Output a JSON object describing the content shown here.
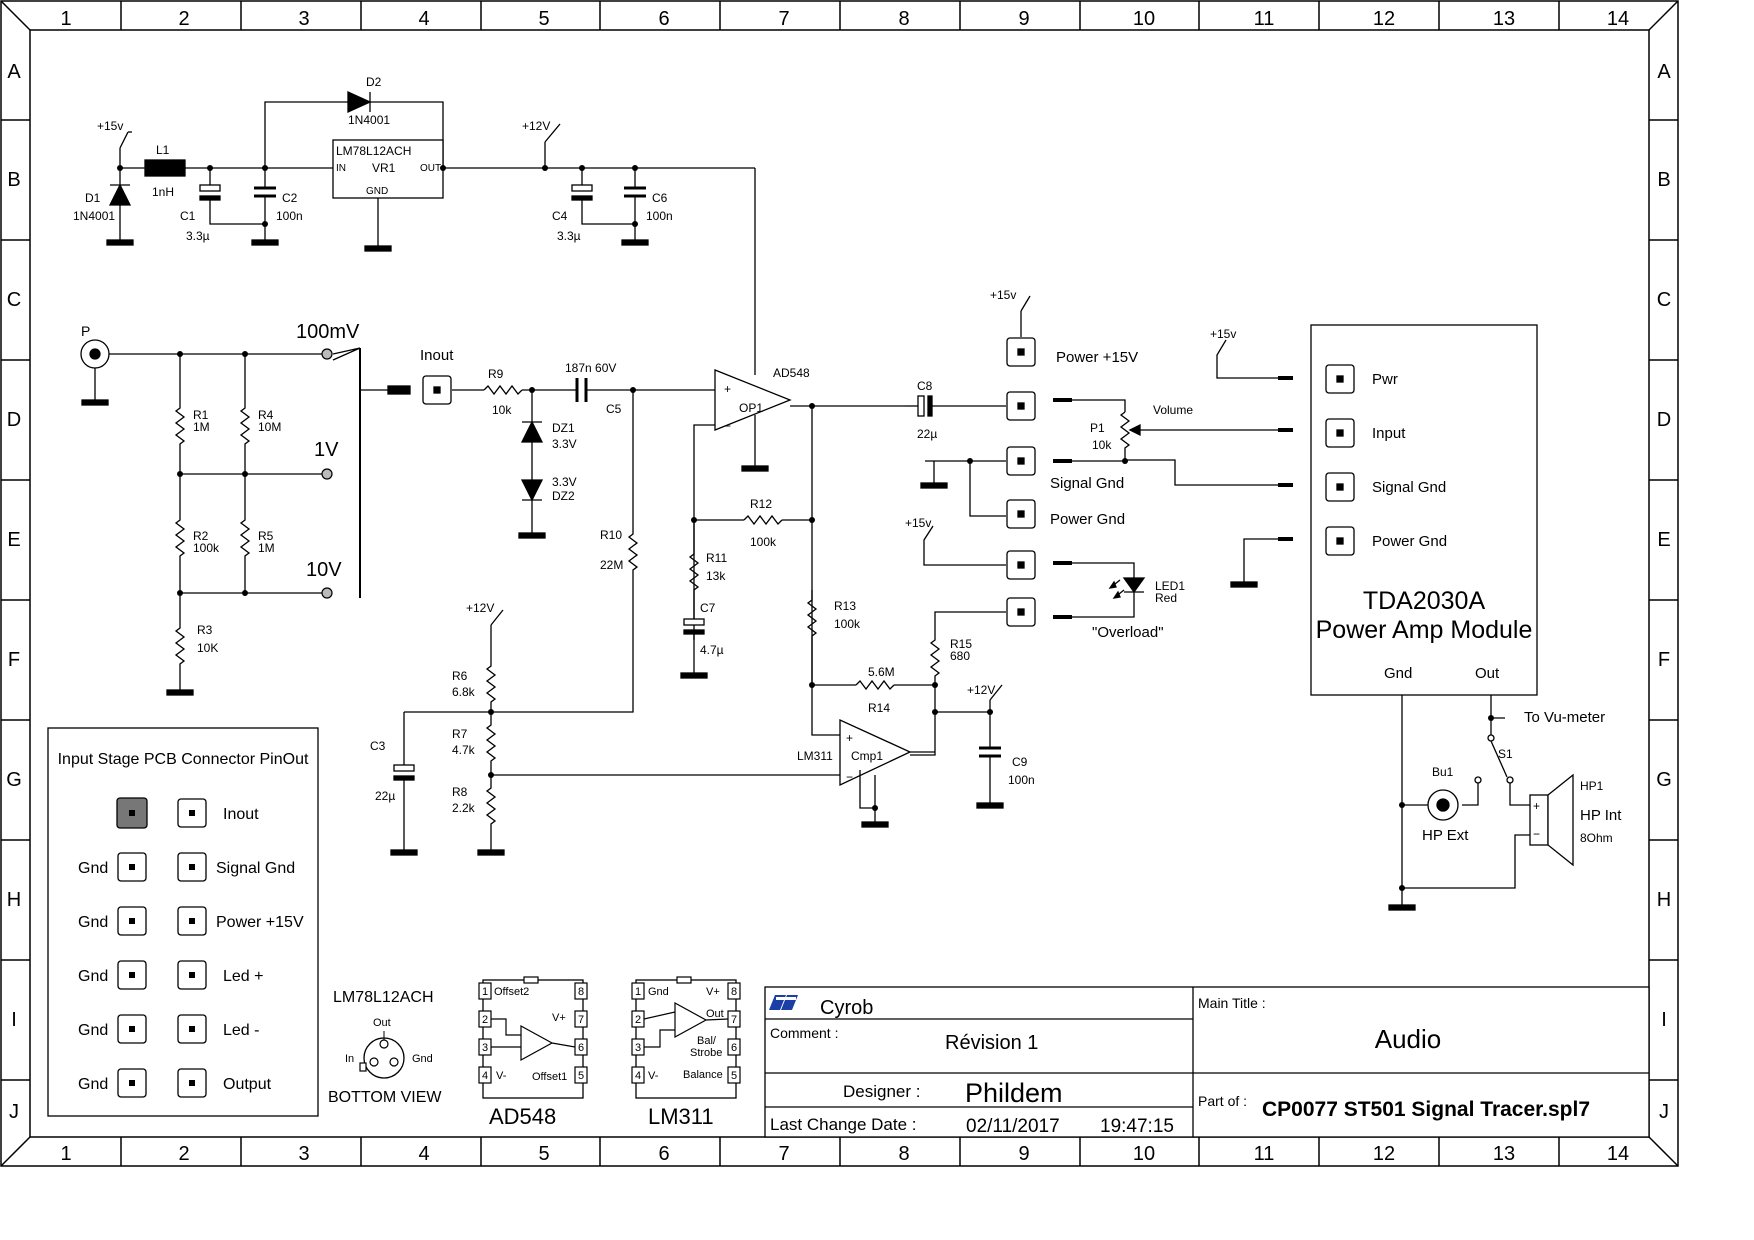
{
  "frame": {
    "columns": [
      "1",
      "2",
      "3",
      "4",
      "5",
      "6",
      "7",
      "8",
      "9",
      "10",
      "11",
      "12",
      "13",
      "14"
    ],
    "rows": [
      "A",
      "B",
      "C",
      "D",
      "E",
      "F",
      "G",
      "H",
      "I",
      "J"
    ]
  },
  "labels": {
    "d2": "D2",
    "d2_val": "1N4001",
    "d1": "D1",
    "d1_val": "1N4001",
    "l1": "L1",
    "l1_val": "1nH",
    "p15_a": "+15v",
    "p15_b": "+15v",
    "p15_c": "+15v",
    "p15_d": "+15v",
    "c1": "C1",
    "c1_val": "3.3µ",
    "c2": "C2",
    "c2_val": "100n",
    "vr_name": "LM78L12ACH",
    "vr_in": "IN",
    "vr_ref": "VR1",
    "vr_out": "OUT",
    "vr_gnd": "GND",
    "p12_a": "+12V",
    "p12_b": "+12V",
    "p12_c": "+12V",
    "c4": "C4",
    "c4_val": "3.3µ",
    "c6": "C6",
    "c6_val": "100n",
    "p_label": "P",
    "r100mv": "100mV",
    "r1v": "1V",
    "r10v": "10V",
    "r1": "R1",
    "r1_val": "1M",
    "r4": "R4",
    "r4_val": "10M",
    "r2": "R2",
    "r2_val": "100k",
    "r5": "R5",
    "r5_val": "1M",
    "r3": "R3",
    "r3_val": "10K",
    "inout": "Inout",
    "r9": "R9",
    "r9_val": "10k",
    "c5_val": "187n 60V",
    "c5": "C5",
    "dz1": "DZ1",
    "dz1_val": "3.3V",
    "dz2": "DZ2",
    "dz2_val": "3.3V",
    "ad548": "AD548",
    "op1": "OP1",
    "r10": "R10",
    "r10_val": "22M",
    "r12": "R12",
    "r12_val": "100k",
    "r11": "R11",
    "r11_val": "13k",
    "c7": "C7",
    "c7_val": "4.7µ",
    "r13": "R13",
    "r13_val": "100k",
    "c8": "C8",
    "c8_val": "22µ",
    "pwr15": "Power +15V",
    "volume": "Volume",
    "p1": "P1",
    "p1_val": "10k",
    "sig_gnd": "Signal Gnd",
    "pwr_gnd": "Power Gnd",
    "led1": "LED1",
    "led1_val": "Red",
    "overload": "\"Overload\"",
    "r15": "R15",
    "r15_val": "680",
    "r14": "R14",
    "r14_val": "5.6M",
    "r6": "R6",
    "r6_val": "6.8k",
    "r7": "R7",
    "r7_val": "4.7k",
    "r8": "R8",
    "r8_val": "2.2k",
    "c3": "C3",
    "c3_val": "22µ",
    "lm311": "LM311",
    "cmp1": "Cmp1",
    "c9": "C9",
    "c9_val": "100n",
    "mod_pwr": "Pwr",
    "mod_input": "Input",
    "mod_sig": "Signal Gnd",
    "mod_pgnd": "Power Gnd",
    "tda1": "TDA2030A",
    "tda2": "Power Amp Module",
    "tda_gnd": "Gnd",
    "tda_out": "Out",
    "vu": "To Vu-meter",
    "s1": "S1",
    "bu1": "Bu1",
    "hp_ext": "HP Ext",
    "hp1": "HP1",
    "hp_int": "HP Int",
    "hp_ohm": "8Ohm"
  },
  "pinout": {
    "title": "Input Stage PCB Connector PinOut",
    "rows": [
      {
        "left": "",
        "right": "Inout"
      },
      {
        "left": "Gnd",
        "right": "Signal Gnd"
      },
      {
        "left": "Gnd",
        "right": "Power +15V"
      },
      {
        "left": "Gnd",
        "right": "Led +"
      },
      {
        "left": "Gnd",
        "right": "Led -"
      },
      {
        "left": "Gnd",
        "right": "Output"
      }
    ]
  },
  "packages": {
    "lm78_title": "LM78L12ACH",
    "lm78_out": "Out",
    "lm78_in": "In",
    "lm78_gnd": "Gnd",
    "lm78_view": "BOTTOM VIEW",
    "ad548_name": "AD548",
    "ad548_pins": [
      "1",
      "2",
      "3",
      "4",
      "5",
      "6",
      "7",
      "8"
    ],
    "ad548_offset2": "Offset2",
    "ad548_vplus": "V+",
    "ad548_vminus": "V-",
    "ad548_offset1": "Offset1",
    "lm311_name": "LM311",
    "lm311_pins": [
      "1",
      "2",
      "3",
      "4",
      "5",
      "6",
      "7",
      "8"
    ],
    "lm311_gnd": "Gnd",
    "lm311_vplus": "V+",
    "lm311_out": "Out",
    "lm311_bal": "Bal/",
    "lm311_strobe": "Strobe",
    "lm311_vminus": "V-",
    "lm311_balance": "Balance"
  },
  "titleblock": {
    "company": "Cyrob",
    "comment_label": "Comment :",
    "comment": "Révision 1",
    "main_title_label": "Main Title :",
    "main_title": "Audio",
    "designer_label": "Designer :",
    "designer": "Phildem",
    "part_of_label": "Part of :",
    "part_of": "CP0077 ST501 Signal Tracer.spl7",
    "date_label": "Last Change Date :",
    "date": "02/11/2017",
    "time": "19:47:15"
  }
}
